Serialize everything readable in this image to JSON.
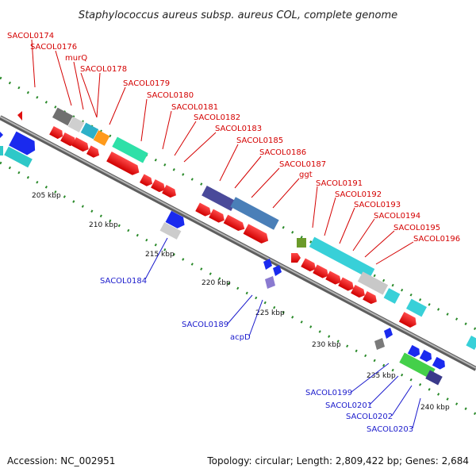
{
  "title": "Staphylococcus aureus subsp. aureus COL, complete genome",
  "footer": {
    "accession": "Accession: NC_002951",
    "topology": "Topology: circular; Length: 2,809,422 bp; Genes: 2,684"
  },
  "kbp_labels": [
    "205 kbp",
    "210 kbp",
    "215 kbp",
    "220 kbp",
    "225 kbp",
    "230 kbp",
    "235 kbp",
    "240 kbp"
  ],
  "forward_labels": [
    "SACOL0174",
    "SACOL0176",
    "murQ",
    "SACOL0178",
    "SACOL0179",
    "SACOL0180",
    "SACOL0181",
    "SACOL0182",
    "SACOL0183",
    "SACOL0185",
    "SACOL0186",
    "SACOL0187",
    "ggt",
    "SACOL0191",
    "SACOL0192",
    "SACOL0193",
    "SACOL0194",
    "SACOL0195",
    "SACOL0196"
  ],
  "reverse_labels": [
    "SACOL0184",
    "SACOL0189",
    "acpD",
    "SACOL0199",
    "SACOL0201",
    "SACOL0202",
    "SACOL0203"
  ],
  "colors": {
    "forward_label": "#d40000",
    "reverse_label": "#1a1acc",
    "cds": "#ff1a1a",
    "backbone": "#808080",
    "tick": "#2a8a2a"
  }
}
